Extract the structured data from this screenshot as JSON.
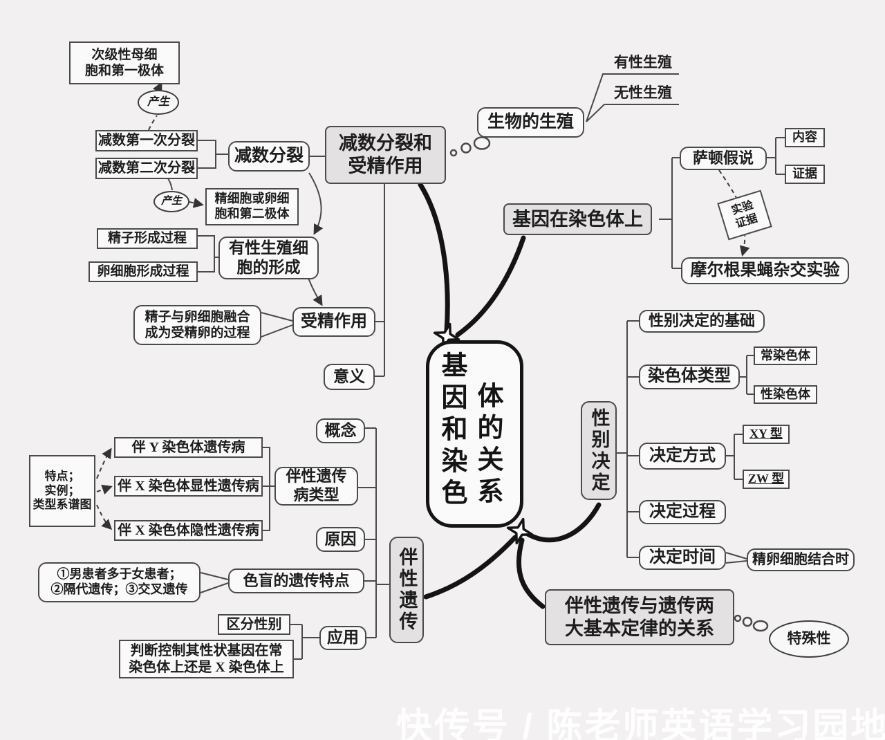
{
  "title": "基因和染色体的关系",
  "central": {
    "col1": "基因和染色",
    "col2": "体的关系"
  },
  "nodes": {
    "secondary_cell": "次级性母细\n胞和第一极体",
    "produce1": "产生",
    "produce2": "产生",
    "meiosis1": "减数第一次分裂",
    "meiosis2": "减数第二次分裂",
    "meiosis": "减数分裂",
    "spermatid_cell": "精细胞或卵细\n胞和第二极体",
    "sperm_process": "精子形成过程",
    "egg_process": "卵细胞形成过程",
    "gamete_formation": "有性生殖细\n胞的形成",
    "fertilization_def": "精子与卵细胞融合\n成为受精卵的过程",
    "fertilization": "受精作用",
    "meaning": "意义",
    "meiosis_fert": "减数分裂和\n受精作用",
    "bio_reproduction": "生物的生殖",
    "sexual": "有性生殖",
    "asexual": "无性生殖",
    "sutton": "萨顿假说",
    "content": "内容",
    "evidence": "证据",
    "exp_evidence": "实验\n证据",
    "gene_on_chromosome": "基因在染色体上",
    "morgan": "摩尔根果蝇杂交实验",
    "sex_determination": "性别决定",
    "sex_basis": "性别决定的基础",
    "chr_type": "染色体类型",
    "autosome": "常染色体",
    "sex_chromosome": "性染色体",
    "det_method": "决定方式",
    "xy": "XY 型",
    "zw": "ZW 型",
    "det_process": "决定过程",
    "det_time": "决定时间",
    "fert_time": "精卵细胞结合时",
    "concept": "概念",
    "linked_types": "伴性遗传\n病类型",
    "y_linked": "伴 Y 染色体遗传病",
    "x_dominant": "伴 X 染色体显性遗传病",
    "x_recessive": "伴 X 染色体隐性遗传病",
    "traits_box": "特点；\n实例；\n类型系谱图",
    "reason": "原因",
    "colorblind": "色盲的遗传特点",
    "colorblind_detail": "①男患者多于女患者；\n②隔代遗传；③交叉遗传",
    "sex_linked": "伴性遗传",
    "distinguish": "区分性别",
    "application": "应用",
    "judge": "判断控制其性状基因在常\n染色体上还是 X 染色体上",
    "relation": "伴性遗传与遗传两\n大基本定律的关系",
    "particularity": "特殊性"
  },
  "watermark": "快传号 / 陈老师英语学习园地"
}
